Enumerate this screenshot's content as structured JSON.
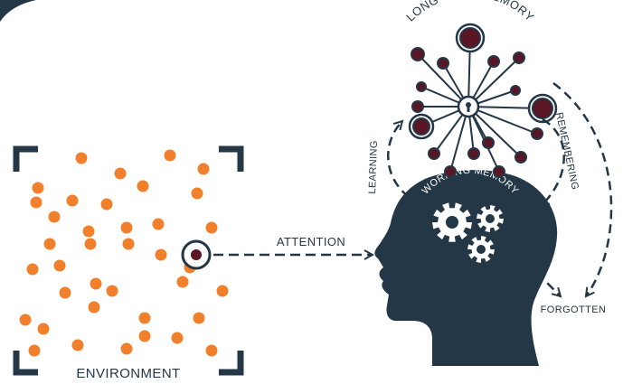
{
  "labels": {
    "environment": "ENVIRONMENT",
    "attention": "ATTENTION",
    "long_term_memory": "LONG-TERM MEMORY",
    "learning": "LEARNING",
    "remembering": "REMEMBERING",
    "working_memory": "WORKING MEMORY",
    "forgotten": "FORGOTTEN"
  },
  "colors": {
    "navy": "#243746",
    "orange": "#F0802C",
    "maroon": "#5A1624",
    "white": "#FFFFFF"
  }
}
